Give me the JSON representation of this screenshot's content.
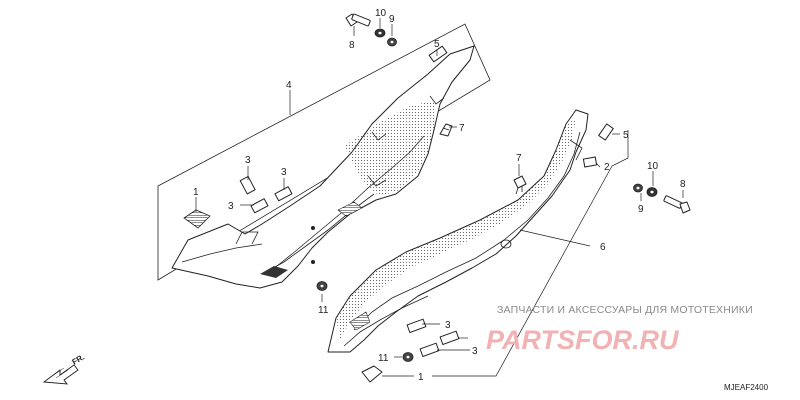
{
  "diagram": {
    "callouts": {
      "c1_left": "1",
      "c3_a": "3",
      "c3_b": "3",
      "c3_c": "3",
      "c4": "4",
      "c5_top": "5",
      "c7_top": "7",
      "c8_top": "8",
      "c9_top": "9",
      "c10_top": "10",
      "c11_left": "11",
      "c7_right": "7",
      "c5_right": "5",
      "c2": "2",
      "c10_right": "10",
      "c8_right": "8",
      "c9_right": "9",
      "c6": "6",
      "c3_d": "3",
      "c3_e": "3",
      "c11_bottom": "11",
      "c1_bottom": "1"
    },
    "watermark_text": "ЗАПЧАСТИ И АКСЕССУАРЫ ДЛЯ МОТОТЕХНИКИ",
    "watermark_brand": "PARTSFOR.RU",
    "diagram_code": "MJEAF2400",
    "direction_label": "FR."
  },
  "colors": {
    "line": "#222222",
    "watermark_brand": "#f0b2b2",
    "watermark_text": "#8a8a8a"
  }
}
